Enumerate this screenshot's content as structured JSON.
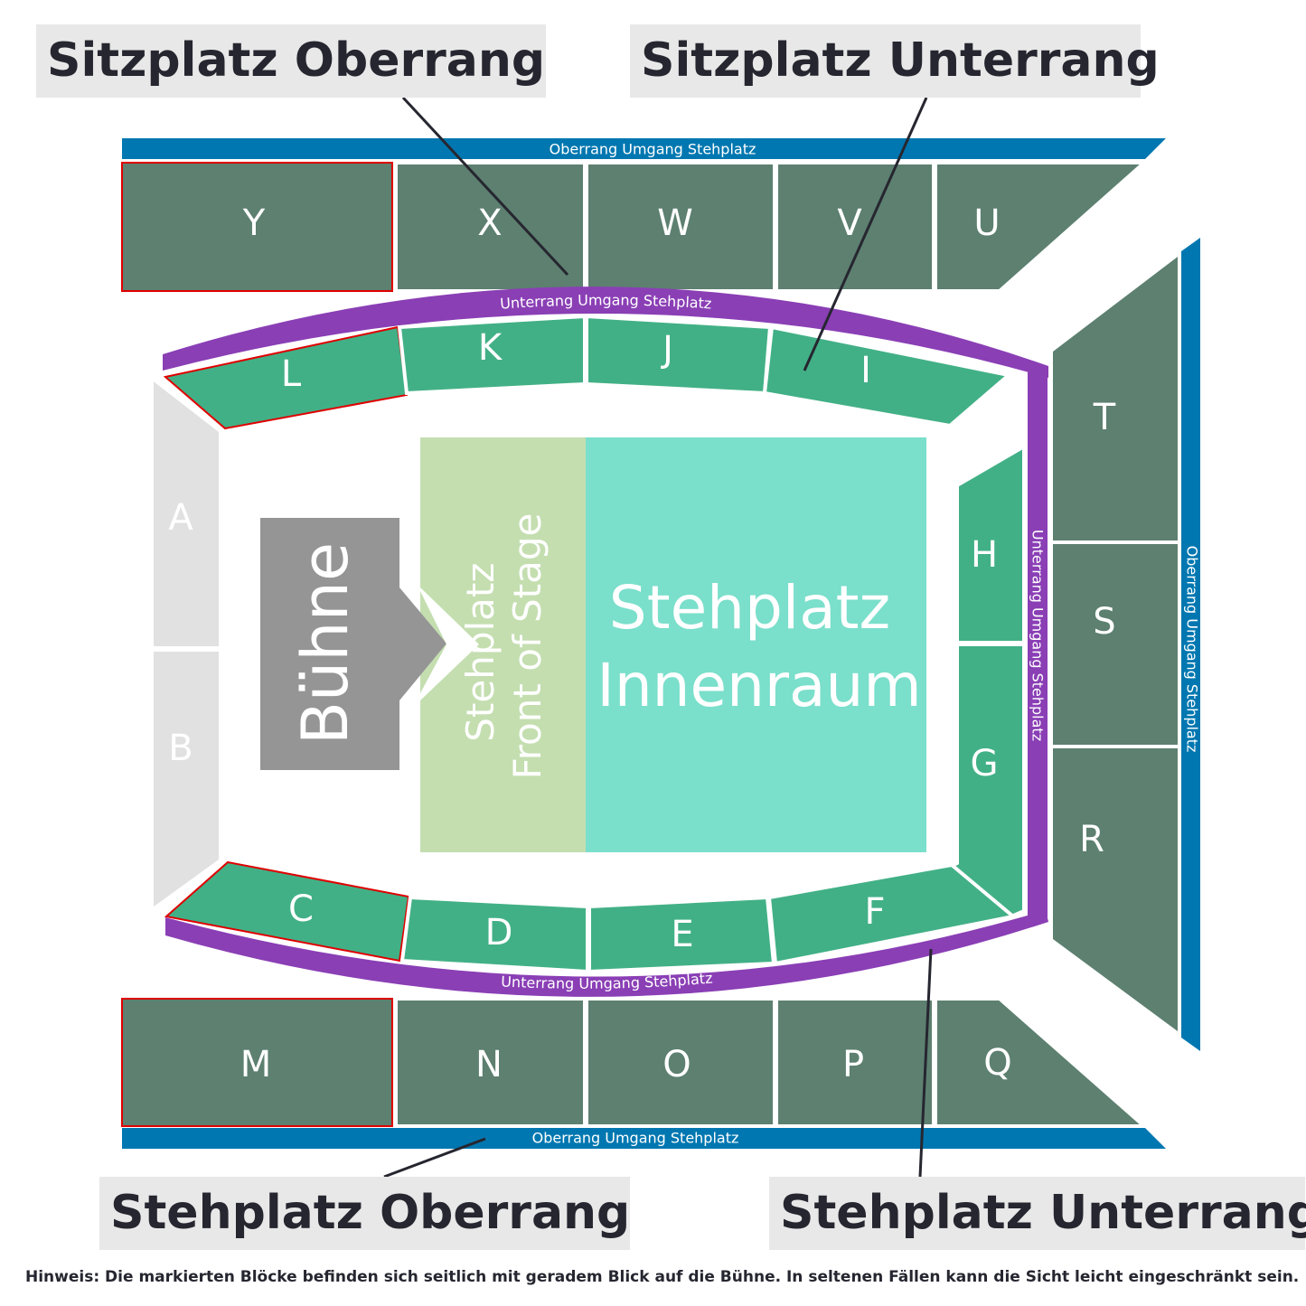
{
  "callouts": {
    "seat_upper": "Sitzplatz Oberrang",
    "seat_lower": "Sitzplatz Unterrang",
    "stand_upper": "Stehplatz Oberrang",
    "stand_lower": "Stehplatz Unterrang"
  },
  "rings": {
    "upper_walkway": "Oberrang Umgang Stehplatz",
    "lower_walkway": "Unterrang Umgang Stehplatz"
  },
  "stage": "Bühne",
  "front_of_stage": [
    "Stehplatz",
    "Front of Stage"
  ],
  "innenraum": [
    "Stehplatz",
    "Innenraum"
  ],
  "blocks": {
    "Y": "Y",
    "X": "X",
    "W": "W",
    "V": "V",
    "U": "U",
    "T": "T",
    "S": "S",
    "R": "R",
    "M": "M",
    "N": "N",
    "O": "O",
    "P": "P",
    "Q": "Q",
    "L": "L",
    "K": "K",
    "J": "J",
    "I": "I",
    "H": "H",
    "G": "G",
    "C": "C",
    "D": "D",
    "E": "E",
    "F": "F",
    "A": "A",
    "B": "B"
  },
  "highlighted_blocks": [
    "Y",
    "M",
    "L",
    "C"
  ],
  "note": "Hinweis: Die markierten Blöcke befinden sich seitlich mit geradem Blick auf die Bühne. In seltenen Fällen kann die Sicht leicht eingeschränkt sein.",
  "colors": {
    "upper_seat": "#5d8070",
    "lower_seat": "#42b086",
    "upper_ring": "#0077b0",
    "lower_ring": "#8a3fb5",
    "stage": "#959595",
    "front_of_stage": "#c4deb0",
    "innenraum": "#7adfcb",
    "side_blocks": "#e1e1e1",
    "highlight_border": "#e00000"
  }
}
